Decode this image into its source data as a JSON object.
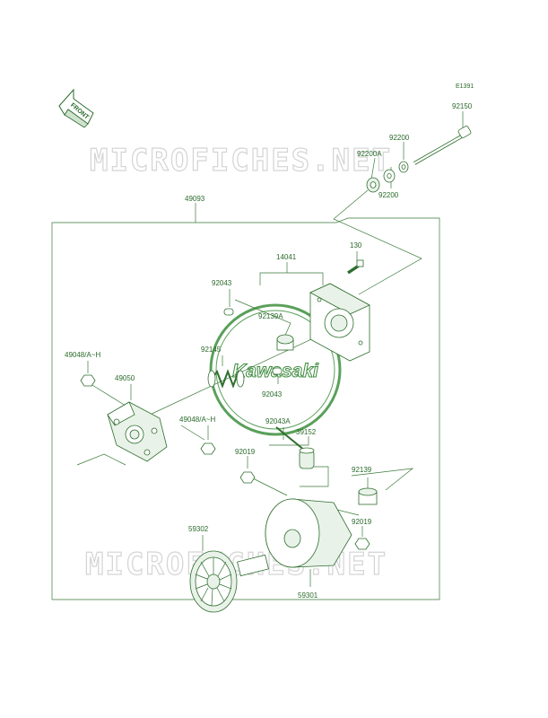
{
  "diagram_code": "E1391",
  "front_label": "FRONT",
  "logo_text": "Kawasaki",
  "watermarks": [
    "MICROFICHES.NET",
    "MICROFICHES.NET"
  ],
  "callouts": {
    "p92150": "92150",
    "p92200_top": "92200",
    "p92200A": "92200A",
    "p92200_bottom": "92200",
    "p49093": "49093",
    "p130": "130",
    "p14041": "14041",
    "p92043_top": "92043",
    "p92139A": "92139A",
    "p49048_left": "49048/A~H",
    "p92145": "92145",
    "p49050": "49050",
    "p92043_mid": "92043",
    "p49048_mid": "49048/A~H",
    "p92043A": "92043A",
    "p39152": "39152",
    "p92019_left": "92019",
    "p92139": "92139",
    "p92019_right": "92019",
    "p59302": "59302",
    "p59301": "59301"
  },
  "colors": {
    "line": "#3a7a3a",
    "text": "#2a6a2a",
    "watermark": "#d4d4d4"
  }
}
